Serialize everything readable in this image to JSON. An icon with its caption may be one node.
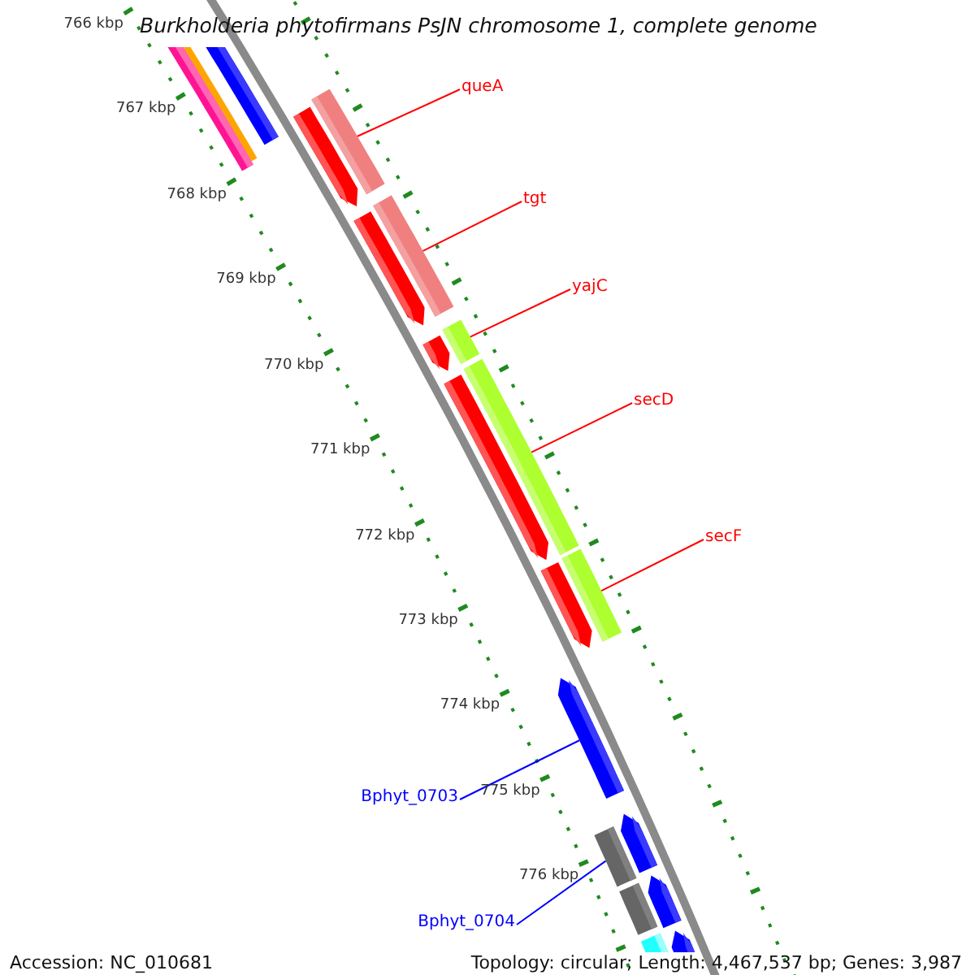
{
  "diagram": {
    "title": "Burkholderia phytofirmans PsJN chromosome 1, complete genome",
    "nodes": [
      {
        "text": [],
        "shape": "bar"
      },
      {
        "text": [],
        "shape": "bar"
      },
      {
        "text": [],
        "shape": "bar"
      },
      {
        "text": [
          "queA"
        ]
      },
      {
        "text": [],
        "shape": "bar"
      },
      {
        "text": [],
        "shape": "bar"
      },
      {
        "text": [
          "tgt"
        ]
      },
      {
        "text": [],
        "shape": "bar"
      },
      {
        "text": [],
        "shape": "bar"
      },
      {
        "text": [
          "yajC"
        ]
      },
      {
        "text": [],
        "shape": "bar"
      },
      {
        "text": [],
        "shape": "bar"
      },
      {
        "text": [
          "secD"
        ]
      },
      {
        "text": [],
        "shape": "bar"
      },
      {
        "text": [],
        "shape": "bar"
      },
      {
        "text": [
          "secF"
        ]
      },
      {
        "text": [],
        "shape": "bar"
      },
      {
        "text": [],
        "shape": "bar"
      },
      {
        "text": [
          "Bphyt_0703"
        ]
      },
      {
        "text": [],
        "shape": "bar"
      },
      {
        "text": [],
        "shape": "bar"
      },
      {
        "text": [],
        "shape": "bar"
      },
      {
        "text": [
          "Bphyt_0704"
        ]
      },
      {
        "text": [],
        "shape": "bar"
      },
      {
        "text": [],
        "shape": "bar"
      },
      {
        "text": [],
        "shape": "bar"
      },
      {
        "text": [],
        "shape": "bar"
      }
    ],
    "edges": [
      {
        "from": 3,
        "to": 5,
        "arrow": "none"
      },
      {
        "from": 6,
        "to": 8,
        "arrow": "none"
      },
      {
        "from": 9,
        "to": 11,
        "arrow": "none"
      },
      {
        "from": 12,
        "to": 14,
        "arrow": "none"
      },
      {
        "from": 15,
        "to": 17,
        "arrow": "none"
      },
      {
        "from": 18,
        "to": 19,
        "arrow": "none",
        "color": "#0000ff"
      },
      {
        "from": 22,
        "to": 20,
        "arrow": "none",
        "color": "#0000ff"
      }
    ],
    "labels": [
      "766 kbp",
      "767 kbp",
      "768 kbp",
      "769 kbp",
      "770 kbp",
      "771 kbp",
      "772 kbp",
      "773 kbp",
      "774 kbp",
      "775 kbp",
      "776 kbp",
      "Accession: NC_010681",
      "Topology: circular; Length: 4,467,537 bp; Genes: 3,987"
    ]
  }
}
